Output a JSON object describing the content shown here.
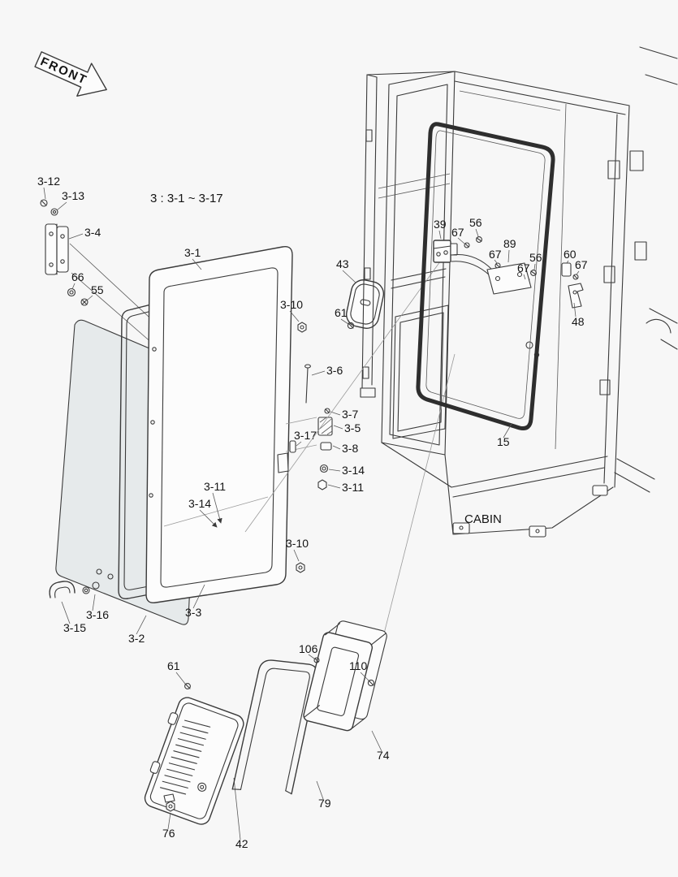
{
  "colors": {
    "background": "#f7f7f7",
    "line": "#3a3a3a",
    "text": "#141414"
  },
  "front_arrow": {
    "label": "FRONT"
  },
  "notes": {
    "range": "3 : 3-1 ~ 3-17",
    "cabin": "CABIN"
  },
  "labels": {
    "p3_1": "3-1",
    "p3_2": "3-2",
    "p3_3": "3-3",
    "p3_4": "3-4",
    "p3_5": "3-5",
    "p3_6": "3-6",
    "p3_7": "3-7",
    "p3_8": "3-8",
    "p3_10": "3-10",
    "p3_11": "3-11",
    "p3_12": "3-12",
    "p3_13": "3-13",
    "p3_14": "3-14",
    "p3_15": "3-15",
    "p3_16": "3-16",
    "p3_17": "3-17",
    "n15": "15",
    "n39": "39",
    "n42": "42",
    "n43": "43",
    "n48": "48",
    "n55": "55",
    "n56": "56",
    "n60": "60",
    "n61": "61",
    "n66": "66",
    "n67": "67",
    "n74": "74",
    "n76": "76",
    "n79": "79",
    "n89": "89",
    "n106": "106",
    "n110": "110"
  }
}
